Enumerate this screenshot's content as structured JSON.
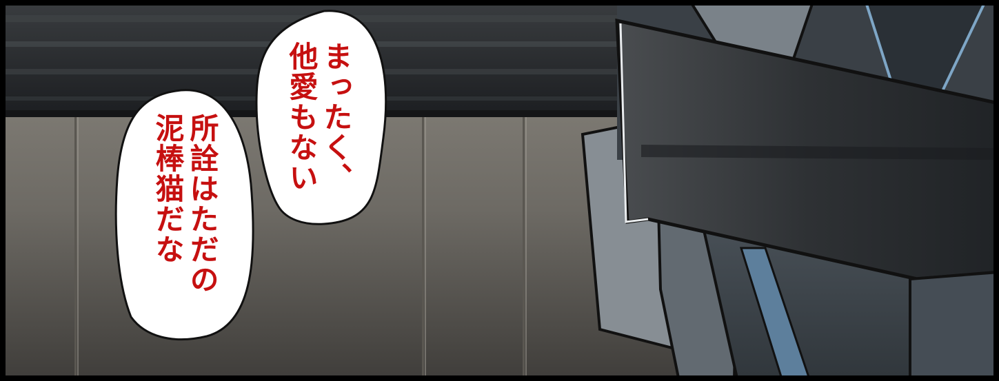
{
  "panel": {
    "bubbles": [
      {
        "lines": [
          "まったく、",
          "他愛もない"
        ]
      },
      {
        "lines": [
          "所詮はただの",
          "泥棒猫だな"
        ]
      }
    ]
  },
  "colors": {
    "speech_text": "#c61010",
    "balloon_fill": "#ffffff",
    "panel_border": "#000000",
    "wall": "#77736b",
    "ceiling": "#26292c",
    "armor_dark": "#3b4147",
    "armor_light": "#8f969c",
    "armor_edge": "#7ea6c6"
  },
  "icons": [
    "armored-figure-illustration"
  ]
}
